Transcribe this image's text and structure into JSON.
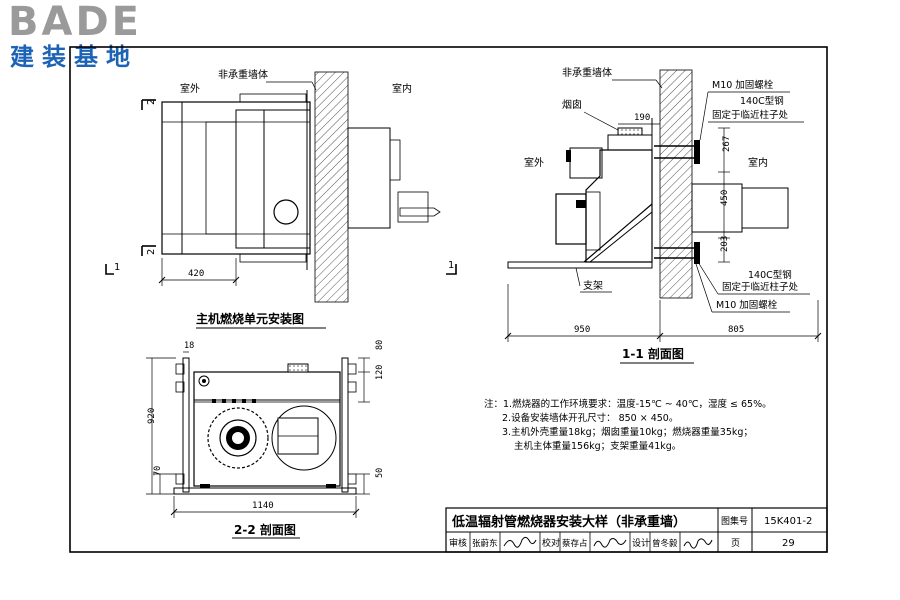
{
  "logo": {
    "main": "BADE",
    "sub": "建装基地"
  },
  "top_view": {
    "outdoor": "室外",
    "wall": "非承重墙体",
    "indoor": "室内",
    "dim_420": "420",
    "cut_2": "2",
    "cut_1": "1",
    "title": "主机燃烧单元安装图"
  },
  "section_1_1": {
    "wall": "非承重墙体",
    "chimney": "烟囱",
    "outdoor": "室外",
    "indoor": "室内",
    "support": "支架",
    "bolt_top": "M10 加固螺栓",
    "bolt_bottom": "M10 加固螺栓",
    "steel_top": "140C型钢",
    "fix_top": "固定于临近柱子处",
    "steel_bottom": "140C型钢",
    "fix_bottom": "固定于临近柱子处",
    "dim_190": "190",
    "dim_267": "267",
    "dim_450": "450",
    "dim_203": "203",
    "dim_950": "950",
    "dim_805": "805",
    "title": "1-1 剖面图"
  },
  "section_2_2": {
    "dim_18": "18",
    "dim_80": "80",
    "dim_120": "120",
    "dim_920": "920",
    "dim_70": "70",
    "dim_50": "50",
    "dim_1140": "1140",
    "title": "2-2 剖面图"
  },
  "notes": {
    "line1": "注：1.燃烧器的工作环境要求：温度-15℃ ~ 40℃，湿度 ≤ 65%。",
    "line2": "2.设备安装墙体开孔尺寸： 850 × 450。",
    "line3": "3.主机外壳重量18kg；烟囱重量10kg；燃烧器重量35kg；",
    "line4": "主机主体重量156kg；支架重量41kg。"
  },
  "title_block": {
    "title": "低温辐射管燃烧器安装大样（非承重墙）",
    "atlas_label": "图集号",
    "atlas_no": "15K401-2",
    "review_label": "审核",
    "review_name": "张蔚东",
    "check_label": "校对",
    "check_name": "蔡存占",
    "design_label": "设计",
    "design_name": "曾冬毅",
    "page_label": "页",
    "page_no": "29"
  }
}
